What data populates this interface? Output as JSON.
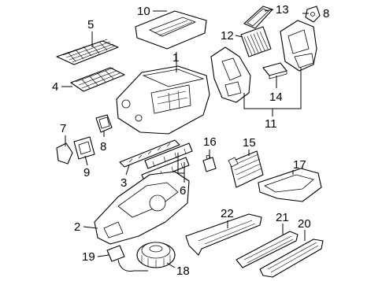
{
  "callouts": {
    "c1": "1",
    "c2": "2",
    "c3": "3",
    "c4": "4",
    "c5": "5",
    "c6": "6",
    "c7": "7",
    "c8a": "8",
    "c8b": "8",
    "c9": "9",
    "c10": "10",
    "c11": "11",
    "c12": "12",
    "c13": "13",
    "c14": "14",
    "c15": "15",
    "c16": "16",
    "c17": "17",
    "c18": "18",
    "c19": "19",
    "c20": "20",
    "c21": "21",
    "c22": "22"
  }
}
